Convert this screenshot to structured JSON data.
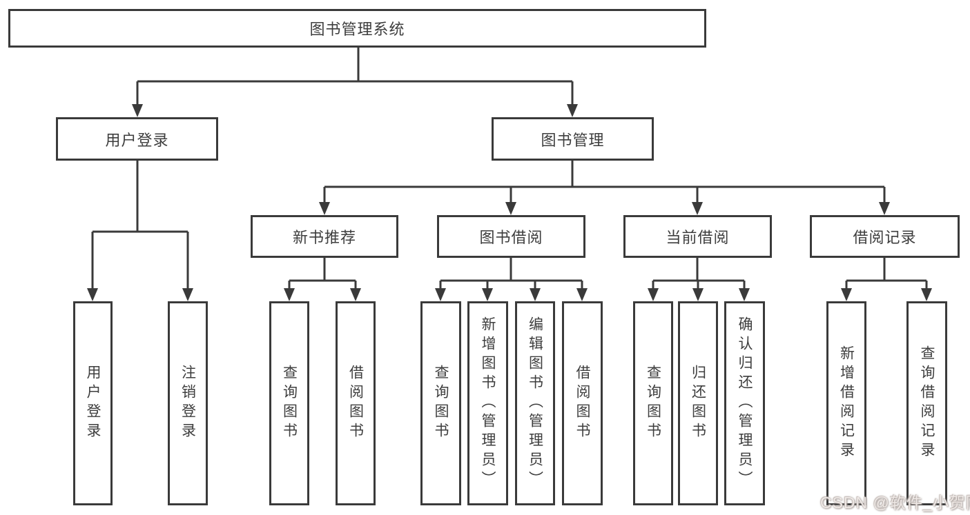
{
  "tree": {
    "root": {
      "label": "图书管理系统"
    },
    "branches": [
      {
        "label": "用户登录",
        "children": [
          {
            "label": "用户登录"
          },
          {
            "label": "注销登录"
          }
        ]
      },
      {
        "label": "图书管理",
        "children": [
          {
            "label": "新书推荐",
            "children": [
              {
                "label": "查询图书"
              },
              {
                "label": "借阅图书"
              }
            ]
          },
          {
            "label": "图书借阅",
            "children": [
              {
                "label": "查询图书"
              },
              {
                "label": "新增图书（管理员）"
              },
              {
                "label": "编辑图书（管理员）"
              },
              {
                "label": "借阅图书"
              }
            ]
          },
          {
            "label": "当前借阅",
            "children": [
              {
                "label": "查询图书"
              },
              {
                "label": "归还图书"
              },
              {
                "label": "确认归还（管理员）"
              }
            ]
          },
          {
            "label": "借阅记录",
            "children": [
              {
                "label": "新增借阅记录"
              },
              {
                "label": "查询借阅记录"
              }
            ]
          }
        ]
      }
    ]
  },
  "watermark": {
    "text": "CSDN @软件_小贺同学"
  },
  "colors": {
    "line": "#3a3a3a",
    "text": "#3d3d3d",
    "background": "#ffffff",
    "watermark": "#efe9e6"
  }
}
